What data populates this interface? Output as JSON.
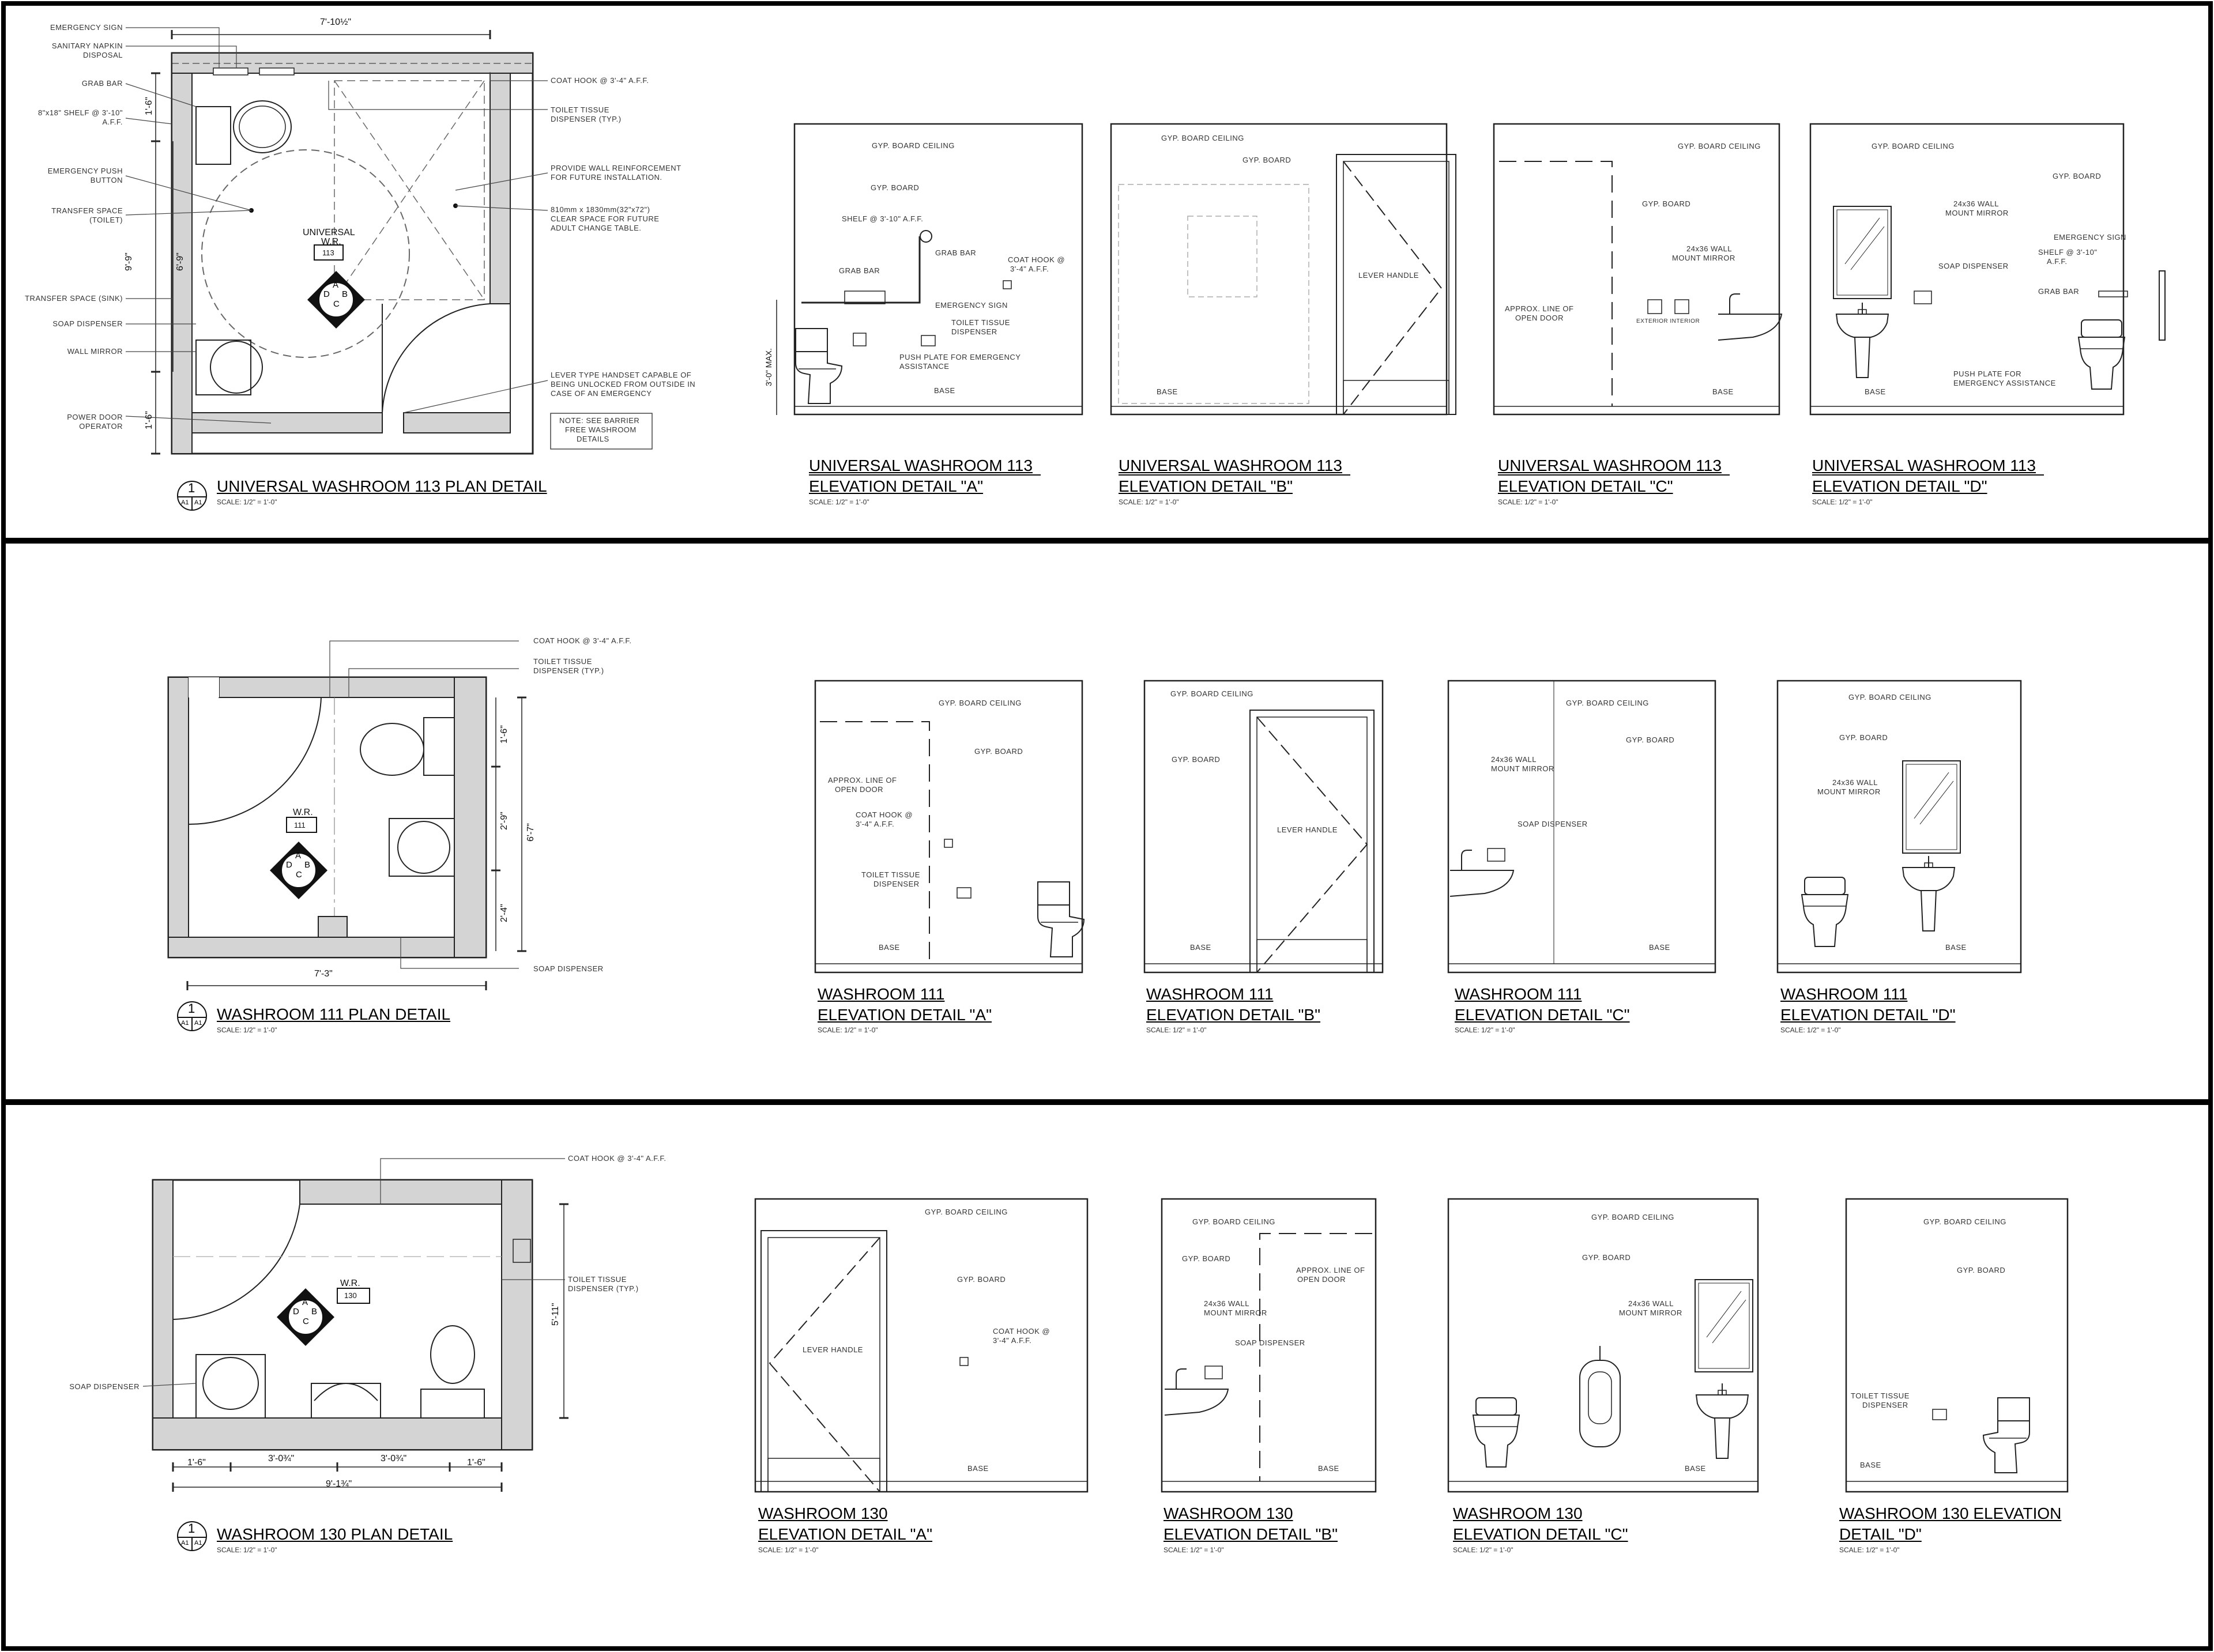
{
  "colors": {
    "line": "#222222",
    "wall": "#d4d4d4",
    "frame": "#000000"
  },
  "panels": [
    {
      "plan": {
        "title": "UNIVERSAL WASHROOM 113 PLAN DETAIL",
        "scale": "SCALE: 1/2\" = 1'-0\"",
        "detail_number": "1",
        "sheet_ref": "A1",
        "room_name": "UNIVERSAL",
        "room_sub": "W.R.",
        "room_number": "113",
        "dims": {
          "top": "7'-10½\"",
          "left_top": "1'-6\"",
          "left_overall": "9'-9\"",
          "left_mid": "6'-9\"",
          "left_bottom": "1'-6\""
        },
        "callouts": [
          "EMERGENCY SIGN",
          "SANITARY NAPKIN",
          "DISPOSAL",
          "GRAB BAR",
          "8\"x18\" SHELF @ 3'-10\"",
          "A.F.F.",
          "EMERGENCY PUSH",
          "BUTTON",
          "TRANSFER SPACE",
          "(TOILET)",
          "TRANSFER SPACE (SINK)",
          "SOAP DISPENSER",
          "WALL MIRROR",
          "POWER DOOR",
          "OPERATOR",
          "COAT HOOK @ 3'-4\" A.F.F.",
          "TOILET TISSUE",
          "DISPENSER (TYP.)",
          "PROVIDE WALL REINFORCEMENT",
          "FOR FUTURE INSTALLATION.",
          "810mm x 1830mm(32\"x72\")",
          "CLEAR SPACE FOR FUTURE",
          "ADULT CHANGE TABLE.",
          "LEVER TYPE HANDSET CAPABLE OF",
          "BEING UNLOCKED FROM OUTSIDE IN",
          "CASE OF AN EMERGENCY",
          "NOTE: SEE BARRIER",
          "FREE WASHROOM",
          "DETAILS"
        ]
      },
      "elevations": [
        {
          "title1": "UNIVERSAL WASHROOM 113",
          "title2": "ELEVATION DETAIL \"A\"",
          "scale": "SCALE: 1/2\" = 1'-0\"",
          "notes": [
            "GYP. BOARD CEILING",
            "GYP. BOARD",
            "SHELF @ 3'-10\" A.F.F.",
            "GRAB BAR",
            "GRAB BAR",
            "COAT HOOK @",
            "3'-4\" A.F.F.",
            "EMERGENCY SIGN",
            "TOILET TISSUE",
            "DISPENSER",
            "PUSH PLATE FOR EMERGENCY",
            "ASSISTANCE",
            "3'-0\" MAX.",
            "BASE"
          ]
        },
        {
          "title1": "UNIVERSAL WASHROOM 113",
          "title2": "ELEVATION DETAIL \"B\"",
          "scale": "SCALE: 1/2\" = 1'-0\"",
          "notes": [
            "GYP. BOARD CEILING",
            "GYP. BOARD",
            "LEVER HANDLE",
            "BASE"
          ]
        },
        {
          "title1": "UNIVERSAL WASHROOM 113",
          "title2": "ELEVATION DETAIL \"C\"",
          "scale": "SCALE: 1/2\" = 1'-0\"",
          "notes": [
            "GYP. BOARD CEILING",
            "GYP. BOARD",
            "24x36 WALL",
            "MOUNT MIRROR",
            "APPROX. LINE OF",
            "OPEN DOOR",
            "EXTERIOR INTERIOR",
            "BASE"
          ]
        },
        {
          "title1": "UNIVERSAL WASHROOM 113",
          "title2": "ELEVATION DETAIL \"D\"",
          "scale": "SCALE: 1/2\" = 1'-0\"",
          "notes": [
            "GYP. BOARD CEILING",
            "GYP. BOARD",
            "24x36 WALL",
            "MOUNT MIRROR",
            "EMERGENCY SIGN",
            "SHELF @ 3'-10\"",
            "A.F.F.",
            "SOAP DISPENSER",
            "GRAB BAR",
            "PUSH PLATE FOR",
            "EMERGENCY ASSISTANCE",
            "BASE"
          ]
        }
      ]
    },
    {
      "plan": {
        "title": "WASHROOM 111 PLAN DETAIL",
        "scale": "SCALE: 1/2\" = 1'-0\"",
        "detail_number": "1",
        "sheet_ref": "A1",
        "room_sub": "W.R.",
        "room_number": "111",
        "dims": {
          "bottom": "7'-3\"",
          "right_top": "1'-6\"",
          "right_mid": "2'-9\"",
          "right_bottom": "2'-4\"",
          "right_overall": "6'-7\""
        },
        "callouts": [
          "COAT HOOK @ 3'-4\" A.F.F.",
          "TOILET TISSUE",
          "DISPENSER (TYP.)",
          "SOAP DISPENSER"
        ]
      },
      "elevations": [
        {
          "title1": "WASHROOM 111",
          "title2": "ELEVATION DETAIL \"A\"",
          "scale": "SCALE: 1/2\" = 1'-0\"",
          "notes": [
            "GYP. BOARD CEILING",
            "GYP. BOARD",
            "APPROX. LINE OF",
            "OPEN DOOR",
            "COAT HOOK @",
            "3'-4\" A.F.F.",
            "TOILET TISSUE",
            "DISPENSER",
            "BASE"
          ]
        },
        {
          "title1": "WASHROOM 111",
          "title2": "ELEVATION DETAIL \"B\"",
          "scale": "SCALE: 1/2\" = 1'-0\"",
          "notes": [
            "GYP. BOARD CEILING",
            "GYP. BOARD",
            "LEVER HANDLE",
            "BASE"
          ]
        },
        {
          "title1": "WASHROOM 111",
          "title2": "ELEVATION DETAIL \"C\"",
          "scale": "SCALE: 1/2\" = 1'-0\"",
          "notes": [
            "GYP. BOARD CEILING",
            "GYP. BOARD",
            "24x36 WALL",
            "MOUNT MIRROR",
            "SOAP DISPENSER",
            "BASE"
          ]
        },
        {
          "title1": "WASHROOM 111",
          "title2": "ELEVATION DETAIL \"D\"",
          "scale": "SCALE: 1/2\" = 1'-0\"",
          "notes": [
            "GYP. BOARD CEILING",
            "GYP. BOARD",
            "24x36 WALL",
            "MOUNT MIRROR",
            "BASE"
          ]
        }
      ]
    },
    {
      "plan": {
        "title": "WASHROOM 130 PLAN DETAIL",
        "scale": "SCALE: 1/2\" = 1'-0\"",
        "detail_number": "1",
        "sheet_ref": "A1",
        "room_sub": "W.R.",
        "room_number": "130",
        "dims": {
          "b1": "1'-6\"",
          "b2": "3'-0¾\"",
          "b3": "3'-0¾\"",
          "b4": "1'-6\"",
          "overall": "9'-1¾\"",
          "right": "5'-11\""
        },
        "callouts": [
          "COAT HOOK @ 3'-4\" A.F.F.",
          "TOILET TISSUE",
          "DISPENSER (TYP.)",
          "SOAP DISPENSER"
        ]
      },
      "elevations": [
        {
          "title1": "WASHROOM 130",
          "title2": "ELEVATION DETAIL \"A\"",
          "scale": "SCALE: 1/2\" = 1'-0\"",
          "notes": [
            "GYP. BOARD CEILING",
            "GYP. BOARD",
            "LEVER HANDLE",
            "COAT HOOK @",
            "3'-4\" A.F.F.",
            "BASE"
          ]
        },
        {
          "title1": "WASHROOM 130",
          "title2": "ELEVATION DETAIL \"B\"",
          "scale": "SCALE: 1/2\" = 1'-0\"",
          "notes": [
            "GYP. BOARD CEILING",
            "GYP. BOARD",
            "APPROX. LINE OF",
            "OPEN DOOR",
            "24x36 WALL",
            "MOUNT MIRROR",
            "SOAP DISPENSER",
            "BASE"
          ]
        },
        {
          "title1": "WASHROOM 130",
          "title2": "ELEVATION DETAIL \"C\"",
          "scale": "SCALE: 1/2\" = 1'-0\"",
          "notes": [
            "GYP. BOARD CEILING",
            "GYP. BOARD",
            "24x36 WALL",
            "MOUNT MIRROR",
            "BASE"
          ]
        },
        {
          "title1": "WASHROOM 130 ELEVATION",
          "title2": "DETAIL \"D\"",
          "scale": "SCALE: 1/2\" = 1'-0\"",
          "notes": [
            "GYP. BOARD CEILING",
            "GYP. BOARD",
            "TOILET TISSUE",
            "DISPENSER",
            "BASE"
          ]
        }
      ]
    }
  ],
  "key_letters": [
    "A",
    "B",
    "C",
    "D"
  ]
}
